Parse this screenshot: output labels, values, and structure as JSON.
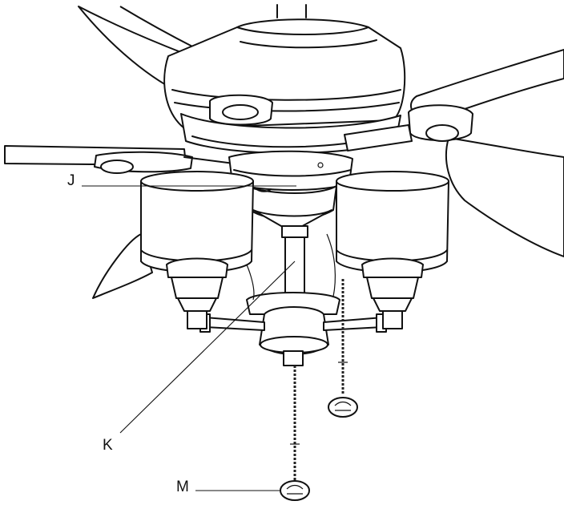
{
  "labels": {
    "j": "J",
    "k": "K",
    "m": "M"
  },
  "colors": {
    "line": "#111111",
    "fill": "#ffffff",
    "chain": "#222222"
  }
}
